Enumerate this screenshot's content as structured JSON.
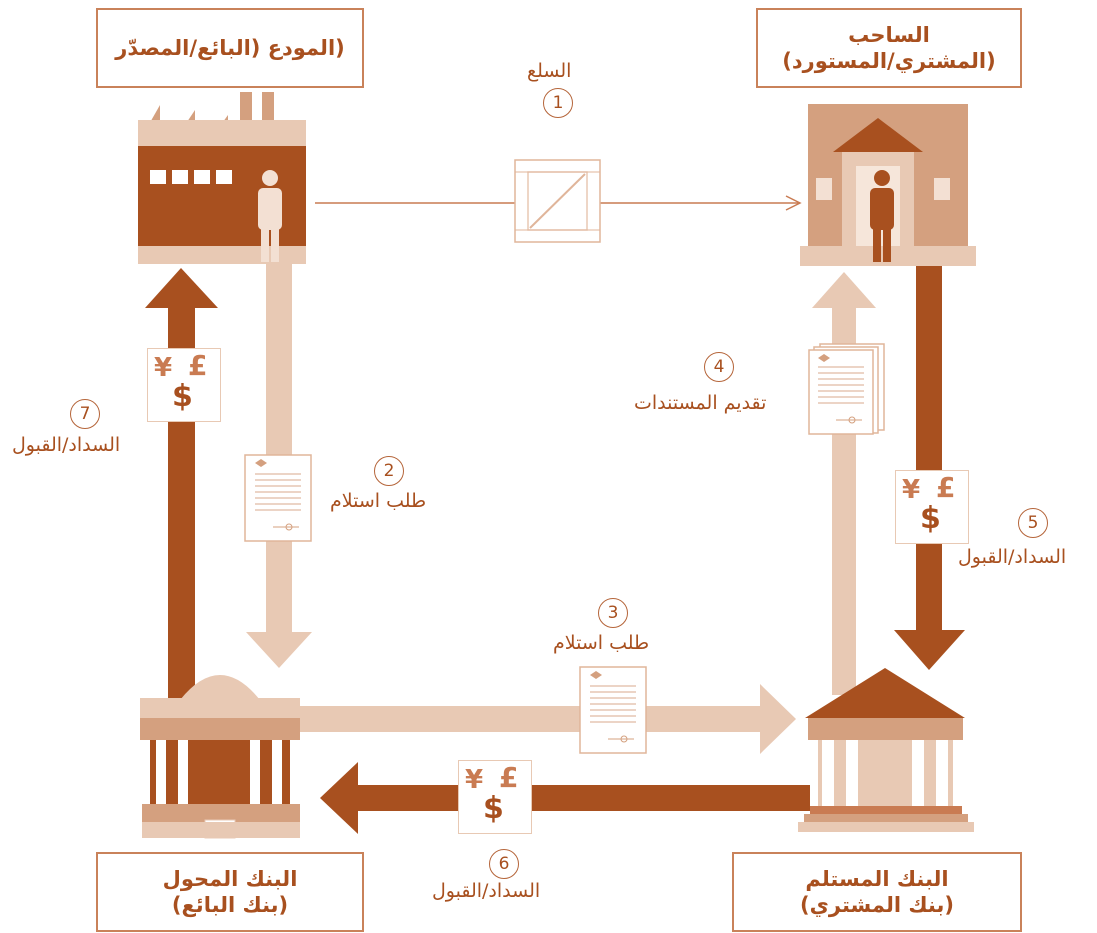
{
  "parties": {
    "drawer": {
      "line1": "الساحب",
      "line2": "(المشتري/المستورد)"
    },
    "depositor": {
      "line1": "(المودع (البائع/المصدّر",
      "line2": ""
    },
    "remitting_bank": {
      "line1": "البنك المحول",
      "line2": "(بنك البائع)"
    },
    "collecting_bank": {
      "line1": "البنك المستلم",
      "line2": "(بنك المشتري)"
    }
  },
  "steps": [
    {
      "num": "1",
      "label": "السلع"
    },
    {
      "num": "2",
      "label": "طلب استلام"
    },
    {
      "num": "3",
      "label": "طلب استلام"
    },
    {
      "num": "4",
      "label": "تقديم المستندات"
    },
    {
      "num": "5",
      "label": "السداد/القبول"
    },
    {
      "num": "6",
      "label": "السداد/القبول"
    },
    {
      "num": "7",
      "label": "السداد/القبول"
    }
  ],
  "colors": {
    "dark": "#a8501f",
    "medium": "#c97b52",
    "light": "#e8c9b4",
    "pale": "#f3e0d3"
  },
  "icons": [
    "factory-icon",
    "house-icon",
    "bank-dome-icon",
    "bank-temple-icon",
    "crate-icon",
    "document-icon",
    "currency-icon",
    "person-icon"
  ],
  "currency_symbols": {
    "yen": "¥",
    "dollar": "$",
    "pound": "£"
  }
}
